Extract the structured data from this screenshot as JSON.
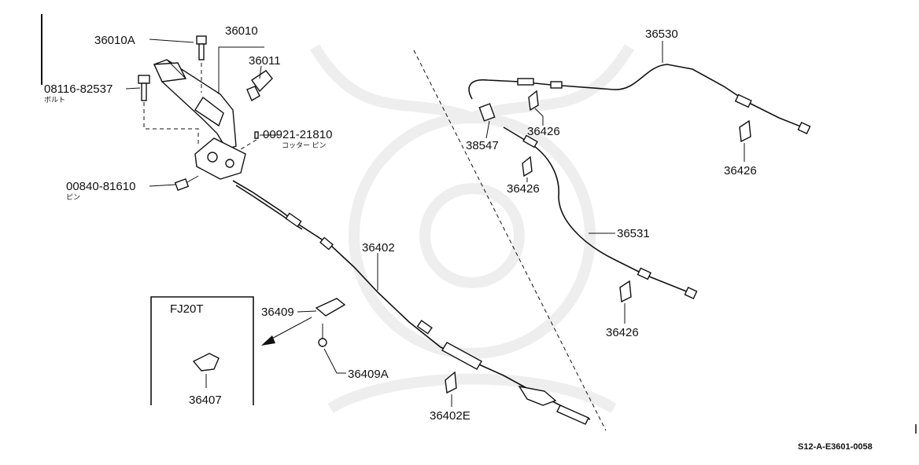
{
  "parts": {
    "p36010A": "36010A",
    "p36010": "36010",
    "p36011": "36011",
    "p08116": "08116-82537",
    "p08116_note": "ボルト",
    "p00921": "00921-21810",
    "p00921_note": "コッター ピン",
    "p00840": "00840-81610",
    "p00840_note": "ピン",
    "p36530": "36530",
    "p38547": "38547",
    "p36426_a": "36426",
    "p36426_b": "36426",
    "p36426_c": "36426",
    "p36426_d": "36426",
    "p36531": "36531",
    "p36402": "36402",
    "p36409": "36409",
    "p36409A": "36409A",
    "p36402E": "36402E"
  },
  "inset": {
    "title": "FJ20T",
    "part": "36407"
  },
  "reference_code": "S12-A-E3601-0058"
}
